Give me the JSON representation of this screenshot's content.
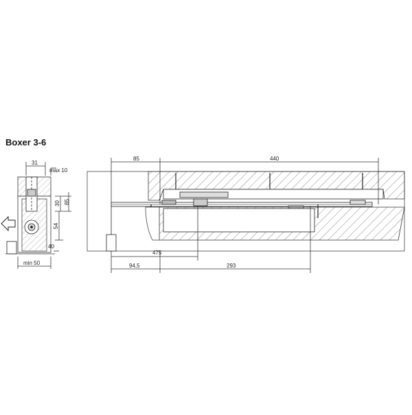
{
  "title": "Boxer 3-6",
  "colors": {
    "line": "#333333",
    "hatch": "#555555",
    "bg": "#ffffff"
  },
  "icons": {
    "arrow": "left-arrow-icon"
  },
  "side_view": {
    "dims": {
      "width_top": "31",
      "max_gap": "max 10",
      "h30": "30",
      "h85": "85",
      "h54": "54",
      "h40": "40",
      "min_width": "min 50"
    }
  },
  "main_view": {
    "dims": {
      "left_offset": "85",
      "length": "440",
      "lower_left": "475",
      "offset_bottom": "94,5",
      "axis_distance": "293"
    }
  }
}
